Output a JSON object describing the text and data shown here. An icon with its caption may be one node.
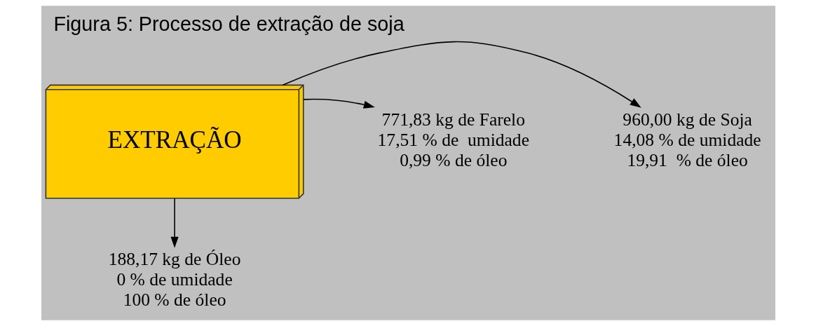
{
  "diagram": {
    "title": "Figura 5: Processo de extração de soja",
    "nodes": [
      {
        "text": [
          "EXTRAÇÃO"
        ]
      },
      {
        "text": [
          "960,00 kg de Soja",
          "14,08 % de umidade",
          "19,91  % de óleo"
        ]
      },
      {
        "text": [
          "771,83 kg de Farelo",
          "17,51 % de  umidade",
          "0,99 % de óleo"
        ]
      },
      {
        "text": [
          "188,17 kg de Óleo",
          "0 % de umidade",
          "100 % de óleo"
        ]
      }
    ],
    "edges": [
      {
        "from": 0,
        "to": 1,
        "arrow": "to"
      },
      {
        "from": 0,
        "to": 2,
        "arrow": "to"
      },
      {
        "from": 0,
        "to": 3,
        "arrow": "to"
      }
    ]
  }
}
